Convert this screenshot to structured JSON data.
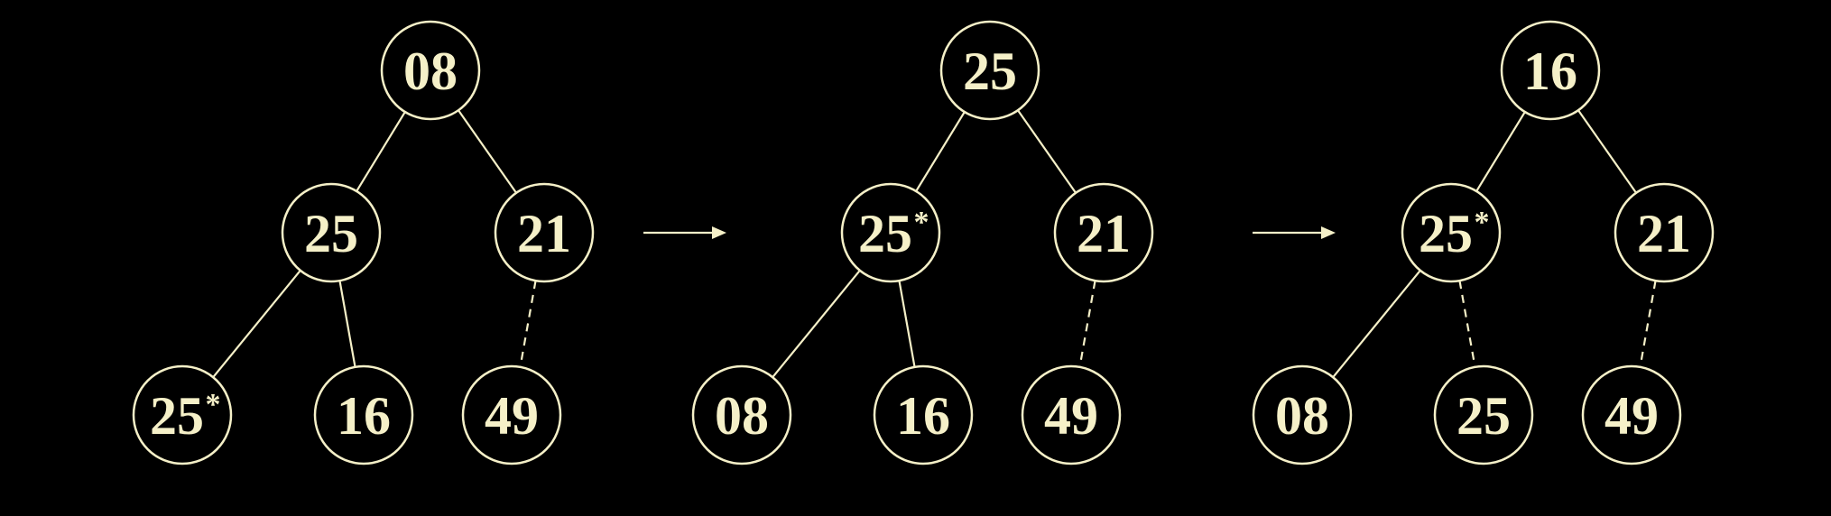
{
  "colors": {
    "background": "#000000",
    "foreground": "#F5F0C8"
  },
  "diagram": {
    "trees": [
      {
        "nodes": [
          {
            "id": "root",
            "label": "08",
            "mark": ""
          },
          {
            "id": "left",
            "label": "25",
            "mark": ""
          },
          {
            "id": "right",
            "label": "21",
            "mark": ""
          },
          {
            "id": "left-left",
            "label": "25",
            "mark": "*"
          },
          {
            "id": "left-right",
            "label": "16",
            "mark": ""
          },
          {
            "id": "right-left",
            "label": "49",
            "mark": ""
          }
        ],
        "edges": [
          {
            "from": "root",
            "to": "left",
            "style": "solid"
          },
          {
            "from": "root",
            "to": "right",
            "style": "solid"
          },
          {
            "from": "left",
            "to": "left-left",
            "style": "solid"
          },
          {
            "from": "left",
            "to": "left-right",
            "style": "solid"
          },
          {
            "from": "right",
            "to": "right-left",
            "style": "dashed"
          }
        ]
      },
      {
        "nodes": [
          {
            "id": "root",
            "label": "25",
            "mark": ""
          },
          {
            "id": "left",
            "label": "25",
            "mark": "*"
          },
          {
            "id": "right",
            "label": "21",
            "mark": ""
          },
          {
            "id": "left-left",
            "label": "08",
            "mark": ""
          },
          {
            "id": "left-right",
            "label": "16",
            "mark": ""
          },
          {
            "id": "right-left",
            "label": "49",
            "mark": ""
          }
        ],
        "edges": [
          {
            "from": "root",
            "to": "left",
            "style": "solid"
          },
          {
            "from": "root",
            "to": "right",
            "style": "solid"
          },
          {
            "from": "left",
            "to": "left-left",
            "style": "solid"
          },
          {
            "from": "left",
            "to": "left-right",
            "style": "solid"
          },
          {
            "from": "right",
            "to": "right-left",
            "style": "dashed"
          }
        ]
      },
      {
        "nodes": [
          {
            "id": "root",
            "label": "16",
            "mark": ""
          },
          {
            "id": "left",
            "label": "25",
            "mark": "*"
          },
          {
            "id": "right",
            "label": "21",
            "mark": ""
          },
          {
            "id": "left-left",
            "label": "08",
            "mark": ""
          },
          {
            "id": "left-right",
            "label": "25",
            "mark": ""
          },
          {
            "id": "right-left",
            "label": "49",
            "mark": ""
          }
        ],
        "edges": [
          {
            "from": "root",
            "to": "left",
            "style": "solid"
          },
          {
            "from": "root",
            "to": "right",
            "style": "solid"
          },
          {
            "from": "left",
            "to": "left-left",
            "style": "solid"
          },
          {
            "from": "left",
            "to": "left-right",
            "style": "dashed"
          },
          {
            "from": "right",
            "to": "right-left",
            "style": "dashed"
          }
        ]
      }
    ],
    "arrows": [
      {
        "from_tree": 0,
        "to_tree": 1,
        "icon": "right-arrow-icon"
      },
      {
        "from_tree": 1,
        "to_tree": 2,
        "icon": "right-arrow-icon"
      }
    ]
  }
}
